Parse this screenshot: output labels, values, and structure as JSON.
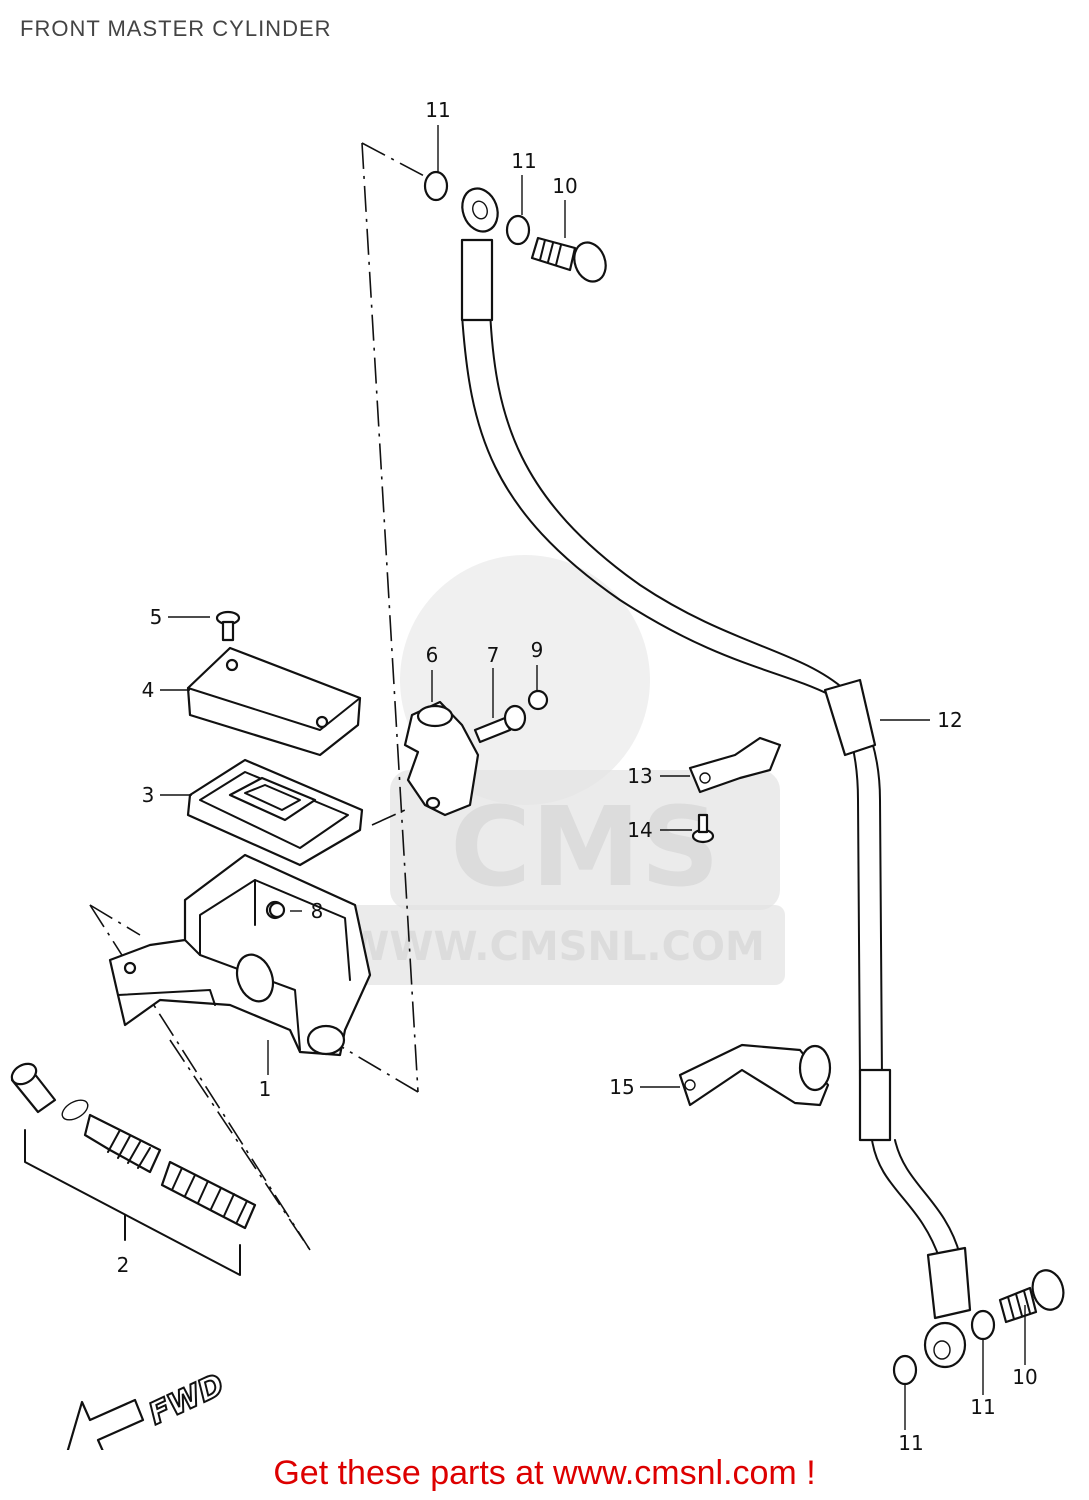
{
  "title": "FRONT MASTER CYLINDER",
  "watermark": {
    "brand": "CMS",
    "url": "WWW.CMSNL.COM"
  },
  "labels": {
    "p1": "1",
    "p2": "2",
    "p3": "3",
    "p4": "4",
    "p5": "5",
    "p6": "6",
    "p7": "7",
    "p8": "8",
    "p9": "9",
    "p10_top": "10",
    "p10_bottom": "10",
    "p11_top_a": "11",
    "p11_top_b": "11",
    "p11_bottom_a": "11",
    "p11_bottom_b": "11",
    "p12": "12",
    "p13": "13",
    "p14": "14",
    "p15": "15"
  },
  "direction": "FWD",
  "footer": "Get these parts at www.cmsnl.com !",
  "colors": {
    "footer_text": "#dd0000",
    "line": "#111111",
    "watermark": "#e3e3e3"
  }
}
